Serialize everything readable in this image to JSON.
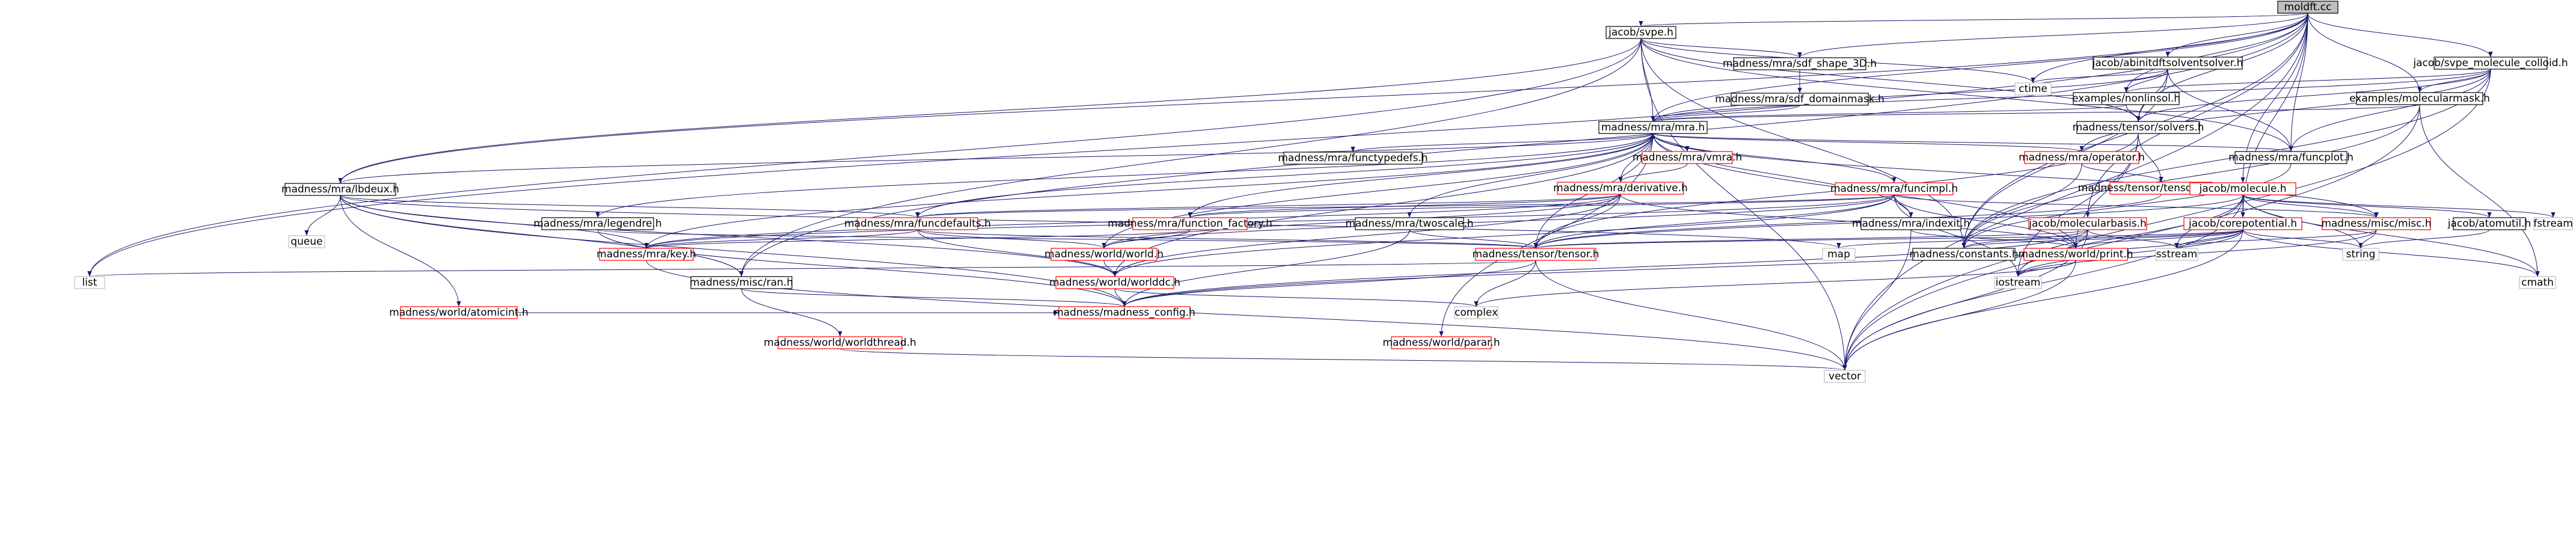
{
  "diagram": {
    "type": "include-dependency-graph",
    "colors": {
      "edge": "#191970",
      "box_border": "#000000",
      "box_border_incomplete": "#ff0000",
      "root_fill": "#bfbfbf",
      "normal_fill": "#ffffff",
      "external_text": "#000000",
      "external_border": "#bfbfbf"
    },
    "nodes": [
      {
        "id": "n0",
        "label": "moldft.cc",
        "kind": "root"
      },
      {
        "id": "n1",
        "label": "jacob/svpe.h",
        "kind": "normal"
      },
      {
        "id": "n2",
        "label": "madness/mra/sdf_shape_3D.h",
        "kind": "normal"
      },
      {
        "id": "n3",
        "label": "jacob/abinitdftsolventsolver.h",
        "kind": "normal"
      },
      {
        "id": "n4",
        "label": "jacob/svpe_molecule_colloid.h",
        "kind": "normal"
      },
      {
        "id": "n5",
        "label": "madness/mra/sdf_domainmask.h",
        "kind": "normal"
      },
      {
        "id": "n6",
        "label": "ctime",
        "kind": "external"
      },
      {
        "id": "n7",
        "label": "examples/nonlinsol.h",
        "kind": "normal"
      },
      {
        "id": "n8",
        "label": "examples/molecularmask.h",
        "kind": "normal"
      },
      {
        "id": "n9",
        "label": "madness/mra/mra.h",
        "kind": "normal"
      },
      {
        "id": "n10",
        "label": "madness/tensor/solvers.h",
        "kind": "normal"
      },
      {
        "id": "n11",
        "label": "madness/mra/functypedefs.h",
        "kind": "normal"
      },
      {
        "id": "n12",
        "label": "madness/mra/vmra.h",
        "kind": "incomplete"
      },
      {
        "id": "n13",
        "label": "madness/mra/operator.h",
        "kind": "incomplete"
      },
      {
        "id": "n14",
        "label": "madness/mra/funcplot.h",
        "kind": "normal"
      },
      {
        "id": "n15",
        "label": "madness/mra/lbdeux.h",
        "kind": "normal"
      },
      {
        "id": "n16",
        "label": "madness/mra/derivative.h",
        "kind": "incomplete"
      },
      {
        "id": "n17",
        "label": "madness/mra/funcimpl.h",
        "kind": "incomplete"
      },
      {
        "id": "n18",
        "label": "madness/tensor/tensor_lapack.h",
        "kind": "incomplete"
      },
      {
        "id": "n19",
        "label": "jacob/molecule.h",
        "kind": "incomplete"
      },
      {
        "id": "n20",
        "label": "queue",
        "kind": "external"
      },
      {
        "id": "n21",
        "label": "madness/mra/legendre.h",
        "kind": "normal"
      },
      {
        "id": "n22",
        "label": "madness/mra/funcdefaults.h",
        "kind": "incomplete"
      },
      {
        "id": "n23",
        "label": "madness/mra/function_factory.h",
        "kind": "incomplete"
      },
      {
        "id": "n24",
        "label": "madness/mra/twoscale.h",
        "kind": "normal"
      },
      {
        "id": "n25",
        "label": "madness/mra/indexit.h",
        "kind": "normal"
      },
      {
        "id": "n26",
        "label": "jacob/molecularbasis.h",
        "kind": "incomplete"
      },
      {
        "id": "n27",
        "label": "jacob/corepotential.h",
        "kind": "incomplete"
      },
      {
        "id": "n28",
        "label": "madness/misc/misc.h",
        "kind": "incomplete"
      },
      {
        "id": "n29",
        "label": "jacob/atomutil.h",
        "kind": "normal"
      },
      {
        "id": "n30",
        "label": "fstream",
        "kind": "external"
      },
      {
        "id": "n31",
        "label": "madness/mra/key.h",
        "kind": "incomplete"
      },
      {
        "id": "n32",
        "label": "madness/world/world.h",
        "kind": "incomplete"
      },
      {
        "id": "n33",
        "label": "madness/tensor/tensor.h",
        "kind": "incomplete"
      },
      {
        "id": "n34",
        "label": "map",
        "kind": "external"
      },
      {
        "id": "n35",
        "label": "madness/constants.h",
        "kind": "normal"
      },
      {
        "id": "n36",
        "label": "madness/world/print.h",
        "kind": "incomplete"
      },
      {
        "id": "n37",
        "label": "sstream",
        "kind": "external"
      },
      {
        "id": "n38",
        "label": "string",
        "kind": "external"
      },
      {
        "id": "n39",
        "label": "list",
        "kind": "external"
      },
      {
        "id": "n40",
        "label": "madness/misc/ran.h",
        "kind": "normal"
      },
      {
        "id": "n41",
        "label": "madness/world/worlddc.h",
        "kind": "incomplete"
      },
      {
        "id": "n42",
        "label": "iostream",
        "kind": "external"
      },
      {
        "id": "n43",
        "label": "cmath",
        "kind": "external"
      },
      {
        "id": "n44",
        "label": "madness/world/atomicint.h",
        "kind": "incomplete"
      },
      {
        "id": "n45",
        "label": "madness/madness_config.h",
        "kind": "incomplete"
      },
      {
        "id": "n46",
        "label": "complex",
        "kind": "external"
      },
      {
        "id": "n47",
        "label": "madness/world/worldthread.h",
        "kind": "incomplete"
      },
      {
        "id": "n48",
        "label": "madness/world/parar.h",
        "kind": "incomplete"
      },
      {
        "id": "n49",
        "label": "vector",
        "kind": "external"
      }
    ],
    "edges": [
      [
        "n0",
        "n1"
      ],
      [
        "n0",
        "n2"
      ],
      [
        "n0",
        "n3"
      ],
      [
        "n0",
        "n4"
      ],
      [
        "n0",
        "n6"
      ],
      [
        "n0",
        "n7"
      ],
      [
        "n0",
        "n8"
      ],
      [
        "n0",
        "n9"
      ],
      [
        "n0",
        "n10"
      ],
      [
        "n0",
        "n14"
      ],
      [
        "n0",
        "n15"
      ],
      [
        "n0",
        "n19"
      ],
      [
        "n0",
        "n26"
      ],
      [
        "n0",
        "n27"
      ],
      [
        "n0",
        "n35"
      ],
      [
        "n0",
        "n39"
      ],
      [
        "n0",
        "n40"
      ],
      [
        "n0",
        "n49"
      ],
      [
        "n1",
        "n2"
      ],
      [
        "n1",
        "n6"
      ],
      [
        "n1",
        "n9"
      ],
      [
        "n1",
        "n10"
      ],
      [
        "n1",
        "n14"
      ],
      [
        "n1",
        "n15"
      ],
      [
        "n1",
        "n35"
      ],
      [
        "n1",
        "n39"
      ],
      [
        "n1",
        "n40"
      ],
      [
        "n1",
        "n49"
      ],
      [
        "n2",
        "n5"
      ],
      [
        "n5",
        "n9"
      ],
      [
        "n3",
        "n6"
      ],
      [
        "n3",
        "n7"
      ],
      [
        "n3",
        "n9"
      ],
      [
        "n3",
        "n10"
      ],
      [
        "n3",
        "n14"
      ],
      [
        "n3",
        "n35"
      ],
      [
        "n4",
        "n7"
      ],
      [
        "n4",
        "n8"
      ],
      [
        "n4",
        "n9"
      ],
      [
        "n4",
        "n10"
      ],
      [
        "n4",
        "n13"
      ],
      [
        "n4",
        "n14"
      ],
      [
        "n4",
        "n35"
      ],
      [
        "n4",
        "n49"
      ],
      [
        "n7",
        "n9"
      ],
      [
        "n7",
        "n10"
      ],
      [
        "n8",
        "n9"
      ],
      [
        "n8",
        "n35"
      ],
      [
        "n8",
        "n43"
      ],
      [
        "n8",
        "n49"
      ],
      [
        "n9",
        "n11"
      ],
      [
        "n9",
        "n12"
      ],
      [
        "n9",
        "n13"
      ],
      [
        "n9",
        "n14"
      ],
      [
        "n9",
        "n15"
      ],
      [
        "n9",
        "n16"
      ],
      [
        "n9",
        "n17"
      ],
      [
        "n9",
        "n21"
      ],
      [
        "n9",
        "n22"
      ],
      [
        "n9",
        "n23"
      ],
      [
        "n9",
        "n24"
      ],
      [
        "n9",
        "n25"
      ],
      [
        "n9",
        "n28"
      ],
      [
        "n9",
        "n31"
      ],
      [
        "n9",
        "n32"
      ],
      [
        "n9",
        "n33"
      ],
      [
        "n9",
        "n36"
      ],
      [
        "n9",
        "n41"
      ],
      [
        "n9",
        "n48"
      ],
      [
        "n10",
        "n18"
      ],
      [
        "n10",
        "n33"
      ],
      [
        "n10",
        "n36"
      ],
      [
        "n10",
        "n42"
      ],
      [
        "n12",
        "n9"
      ],
      [
        "n12",
        "n16"
      ],
      [
        "n13",
        "n18"
      ],
      [
        "n13",
        "n35"
      ],
      [
        "n14",
        "n35"
      ],
      [
        "n15",
        "n20"
      ],
      [
        "n15",
        "n22"
      ],
      [
        "n15",
        "n31"
      ],
      [
        "n15",
        "n34"
      ],
      [
        "n15",
        "n40"
      ],
      [
        "n15",
        "n41"
      ],
      [
        "n15",
        "n44"
      ],
      [
        "n15",
        "n45"
      ],
      [
        "n16",
        "n22"
      ],
      [
        "n16",
        "n23"
      ],
      [
        "n16",
        "n31"
      ],
      [
        "n16",
        "n32"
      ],
      [
        "n16",
        "n33"
      ],
      [
        "n16",
        "n36"
      ],
      [
        "n16",
        "n41"
      ],
      [
        "n17",
        "n22"
      ],
      [
        "n17",
        "n23"
      ],
      [
        "n17",
        "n25"
      ],
      [
        "n17",
        "n28"
      ],
      [
        "n17",
        "n31"
      ],
      [
        "n17",
        "n32"
      ],
      [
        "n17",
        "n33"
      ],
      [
        "n17",
        "n36"
      ],
      [
        "n17",
        "n41"
      ],
      [
        "n17",
        "n42"
      ],
      [
        "n18",
        "n33"
      ],
      [
        "n19",
        "n27"
      ],
      [
        "n19",
        "n28"
      ],
      [
        "n19",
        "n29"
      ],
      [
        "n19",
        "n30"
      ],
      [
        "n19",
        "n33"
      ],
      [
        "n19",
        "n37"
      ],
      [
        "n19",
        "n38"
      ],
      [
        "n19",
        "n42"
      ],
      [
        "n19",
        "n43"
      ],
      [
        "n19",
        "n49"
      ],
      [
        "n21",
        "n33"
      ],
      [
        "n21",
        "n45"
      ],
      [
        "n22",
        "n31"
      ],
      [
        "n22",
        "n32"
      ],
      [
        "n22",
        "n33"
      ],
      [
        "n22",
        "n41"
      ],
      [
        "n23",
        "n31"
      ],
      [
        "n23",
        "n32"
      ],
      [
        "n24",
        "n33"
      ],
      [
        "n24",
        "n45"
      ],
      [
        "n25",
        "n36"
      ],
      [
        "n25",
        "n49"
      ],
      [
        "n26",
        "n33"
      ],
      [
        "n26",
        "n35"
      ],
      [
        "n26",
        "n37"
      ],
      [
        "n26",
        "n42"
      ],
      [
        "n26",
        "n45"
      ],
      [
        "n26",
        "n49"
      ],
      [
        "n27",
        "n33"
      ],
      [
        "n27",
        "n34"
      ],
      [
        "n27",
        "n35"
      ],
      [
        "n27",
        "n36"
      ],
      [
        "n27",
        "n37"
      ],
      [
        "n27",
        "n38"
      ],
      [
        "n27",
        "n42"
      ],
      [
        "n27",
        "n43"
      ],
      [
        "n27",
        "n45"
      ],
      [
        "n27",
        "n49"
      ],
      [
        "n28",
        "n37"
      ],
      [
        "n28",
        "n38"
      ],
      [
        "n28",
        "n42"
      ],
      [
        "n29",
        "n38"
      ],
      [
        "n31",
        "n49"
      ],
      [
        "n32",
        "n41"
      ],
      [
        "n33",
        "n39"
      ],
      [
        "n33",
        "n45"
      ],
      [
        "n33",
        "n46"
      ],
      [
        "n33",
        "n49"
      ],
      [
        "n36",
        "n42"
      ],
      [
        "n36",
        "n46"
      ],
      [
        "n36",
        "n49"
      ],
      [
        "n40",
        "n45"
      ],
      [
        "n40",
        "n47"
      ],
      [
        "n41",
        "n45"
      ],
      [
        "n41",
        "n46"
      ],
      [
        "n44",
        "n45"
      ],
      [
        "n47",
        "n49"
      ]
    ]
  }
}
